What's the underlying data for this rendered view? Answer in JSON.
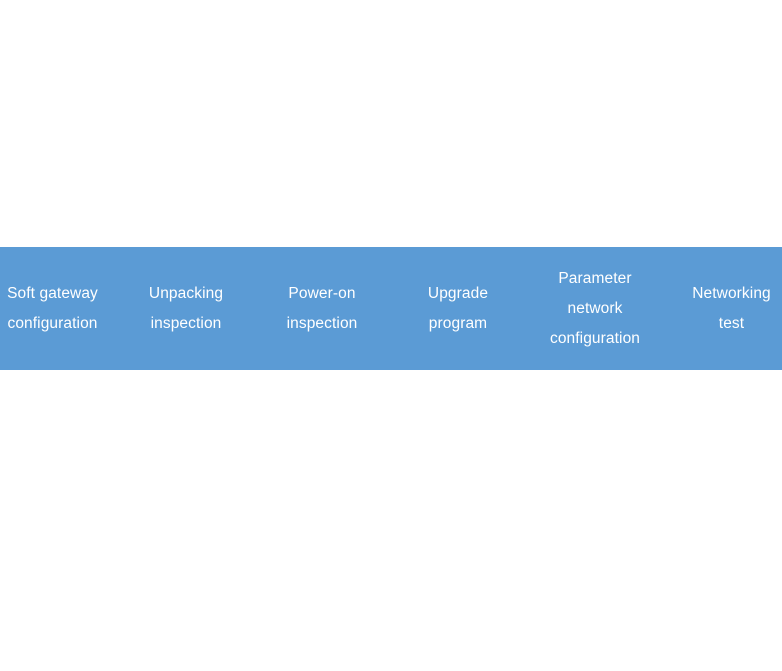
{
  "diagram": {
    "type": "process-band",
    "background_color": "#ffffff",
    "band_color": "#5b9bd5",
    "text_color": "#ffffff",
    "stages": [
      {
        "id": "soft-gateway-configuration",
        "lines": [
          "Soft gateway",
          "configuration"
        ],
        "line1": "Soft gateway",
        "line2": "configuration",
        "line3": ""
      },
      {
        "id": "unpacking-inspection",
        "lines": [
          "Unpacking",
          "inspection"
        ],
        "line1": "Unpacking",
        "line2": "inspection",
        "line3": ""
      },
      {
        "id": "power-on-inspection",
        "lines": [
          "Power-on",
          "inspection"
        ],
        "line1": "Power-on",
        "line2": "inspection",
        "line3": ""
      },
      {
        "id": "upgrade-program",
        "lines": [
          "Upgrade",
          "program"
        ],
        "line1": "Upgrade",
        "line2": "program",
        "line3": ""
      },
      {
        "id": "parameter-network-configuration",
        "lines": [
          "Parameter",
          "network",
          "configuration"
        ],
        "line1": "Parameter",
        "line2": "network",
        "line3": "configuration"
      },
      {
        "id": "networking-test",
        "lines": [
          "Networking",
          "test"
        ],
        "line1": "Networking",
        "line2": "test",
        "line3": ""
      }
    ]
  }
}
